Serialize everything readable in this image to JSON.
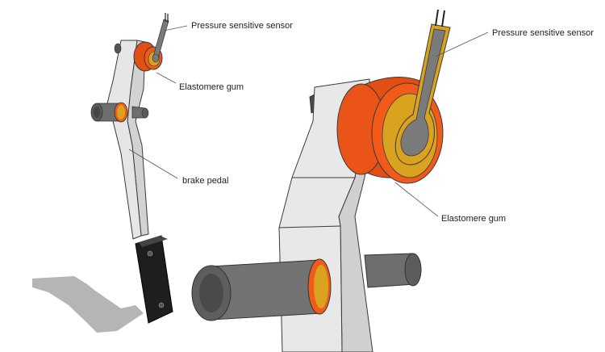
{
  "labels": {
    "sensor_left": "Pressure sensitive sensor",
    "gum_left": "Elastomere gum",
    "brake_pedal": "brake pedal",
    "sensor_right": "Pressure sensitive sensor",
    "gum_right": "Elastomere gum"
  },
  "colors": {
    "elastomer_orange": "#f25a1a",
    "sensor_gold": "#d9a21f",
    "sensor_gray": "#7a7a7a",
    "pedal_light": "#e4e4e4",
    "pedal_mid": "#cfcfcf",
    "pedal_pad": "#1e1e1e",
    "axle_gray": "#6e6e6e",
    "shadow": "#b3b3b3"
  }
}
